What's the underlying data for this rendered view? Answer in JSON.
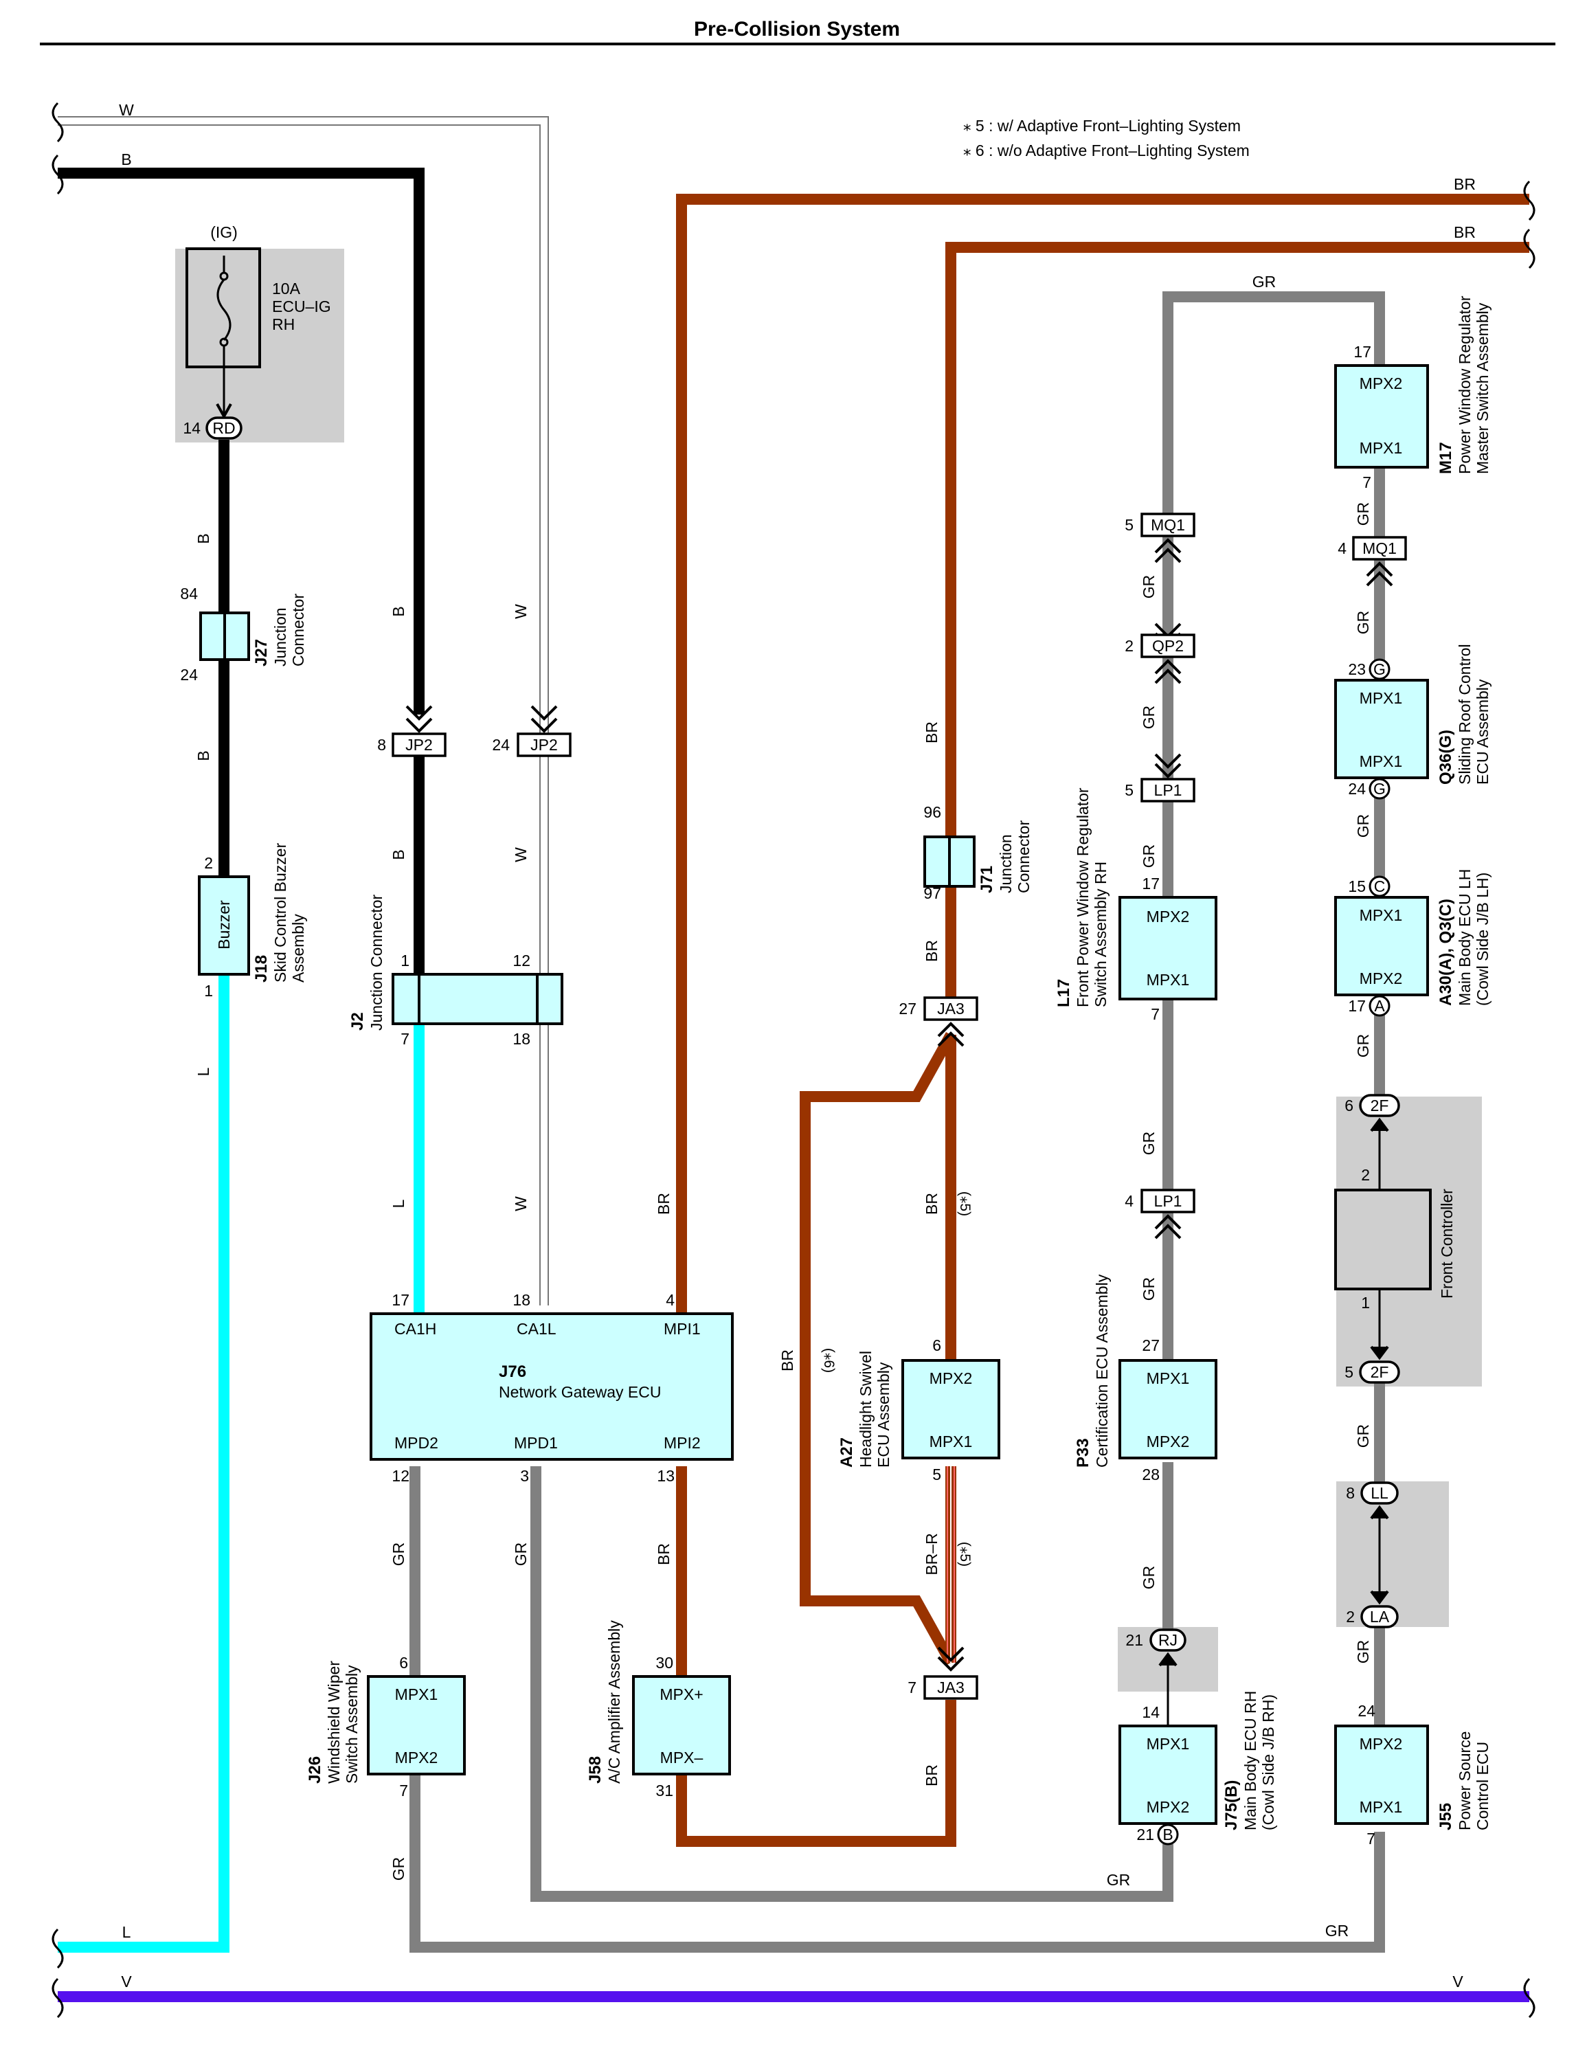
{
  "title": "Pre-Collision System",
  "notes": {
    "note5": "⁎ 5 : w/ Adaptive Front–Lighting System",
    "note6": "⁎ 6 : w/o Adaptive Front–Lighting System"
  },
  "colors": {
    "black": "#000000",
    "brown": "#993300",
    "gray": "#808080",
    "cyan": "#00ffff",
    "violet": "#5511ee",
    "white_wire": "#ffffff",
    "component_fill": "#ccffff",
    "shade": "#cfcfcf"
  },
  "wires": {
    "W": "W",
    "B": "B",
    "BR": "BR",
    "GR": "GR",
    "L": "L",
    "V": "V",
    "BRR": "BR–R"
  },
  "variants": {
    "s5": "(⁎5)",
    "s6": "(⁎6)"
  },
  "fuse": {
    "ig": "(IG)",
    "line1": "10A",
    "line2": "ECU–IG",
    "line3": "RH",
    "pin_rd": "14",
    "conn_rd": "RD"
  },
  "components": {
    "j27": {
      "code": "J27",
      "name1": "Junction",
      "name2": "Connector",
      "pin_top": "84",
      "pin_bottom": "24"
    },
    "j18": {
      "code": "J18",
      "name1": "Skid Control Buzzer",
      "name2": "Assembly",
      "inner": "Buzzer",
      "pin_top": "2",
      "pin_bottom": "1"
    },
    "j2": {
      "code": "J2",
      "name1": "Junction Connector",
      "pin_tl": "1",
      "pin_tr": "12",
      "pin_bl": "7",
      "pin_br": "18"
    },
    "jp2": {
      "label": "JP2",
      "pin_a": "8",
      "pin_b": "24"
    },
    "j76": {
      "code": "J76",
      "name": "Network Gateway ECU",
      "ca1h": "CA1H",
      "ca1l": "CA1L",
      "mpi1": "MPI1",
      "mpd2": "MPD2",
      "mpd1": "MPD1",
      "mpi2": "MPI2",
      "pin_ca1h": "17",
      "pin_ca1l": "18",
      "pin_mpi1": "4",
      "pin_mpd2": "12",
      "pin_mpd1": "3",
      "pin_mpi2": "13"
    },
    "j26": {
      "code": "J26",
      "name1": "Windshield Wiper",
      "name2": "Switch Assembly",
      "t1": "MPX1",
      "t2": "MPX2",
      "pin_top": "6",
      "pin_bottom": "7"
    },
    "j58": {
      "code": "J58",
      "name1": "A/C Amplifier Assembly",
      "t1": "MPX+",
      "t2": "MPX–",
      "pin_top": "30",
      "pin_bottom": "31"
    },
    "j71": {
      "code": "J71",
      "name1": "Junction",
      "name2": "Connector",
      "pin_top": "96",
      "pin_bottom": "97"
    },
    "ja3": {
      "label": "JA3",
      "pin_a": "27",
      "pin_b": "7"
    },
    "a27": {
      "code": "A27",
      "name1": "Headlight Swivel",
      "name2": "ECU Assembly",
      "t1": "MPX2",
      "t2": "MPX1",
      "pin_top": "6",
      "pin_bottom": "5"
    },
    "l17": {
      "code": "L17",
      "name1": "Front Power Window Regulator",
      "name2": "Switch Assembly RH",
      "t1": "MPX2",
      "t2": "MPX1",
      "pin_top": "17",
      "pin_bottom": "7"
    },
    "mq1": {
      "label": "MQ1",
      "pin_a": "5",
      "pin_b": "4"
    },
    "qp2": {
      "label": "QP2",
      "pin": "2"
    },
    "lp1": {
      "label": "LP1",
      "pin_a": "5",
      "pin_b": "4"
    },
    "p33": {
      "code": "P33",
      "name1": "Certification ECU Assembly",
      "t1": "MPX1",
      "t2": "MPX2",
      "pin_top": "27",
      "pin_bottom": "28"
    },
    "rj": {
      "label": "RJ",
      "pin": "21"
    },
    "j75": {
      "code": "J75(B)",
      "name1": "Main Body ECU RH",
      "name2": "(Cowl Side J/B RH)",
      "t1": "MPX1",
      "t2": "MPX2",
      "pin_top": "14",
      "pin_bottom": "21",
      "conn": "B"
    },
    "m17": {
      "code": "M17",
      "name1": "Power Window Regulator",
      "name2": "Master Switch Assembly",
      "t1": "MPX2",
      "t2": "MPX1",
      "pin_top": "17",
      "pin_bottom": "7"
    },
    "q36": {
      "code": "Q36(G)",
      "name1": "Sliding Roof Control",
      "name2": "ECU Assembly",
      "t1": "MPX1",
      "t2": "MPX1",
      "pin_top": "23",
      "pin_bottom": "24",
      "conn": "G"
    },
    "a30": {
      "code": "A30(A), Q3(C)",
      "name1": "Main Body ECU LH",
      "name2": "(Cowl Side J/B LH)",
      "t1": "MPX1",
      "t2": "MPX2",
      "pin_top": "15",
      "pin_bottom": "17",
      "conn_top": "C",
      "conn_bottom": "A"
    },
    "fc": {
      "name": "Front Controller",
      "pin_top": "2",
      "pin_bottom": "1",
      "conn": "2F",
      "pin_conn_top": "6",
      "pin_conn_bottom": "5"
    },
    "ll": {
      "label_top": "LL",
      "label_bottom": "LA",
      "pin_top": "8",
      "pin_bottom": "2"
    },
    "j55": {
      "code": "J55",
      "name1": "Power Source",
      "name2": "Control ECU",
      "t1": "MPX2",
      "t2": "MPX1",
      "pin_top": "24",
      "pin_bottom": "7"
    }
  }
}
